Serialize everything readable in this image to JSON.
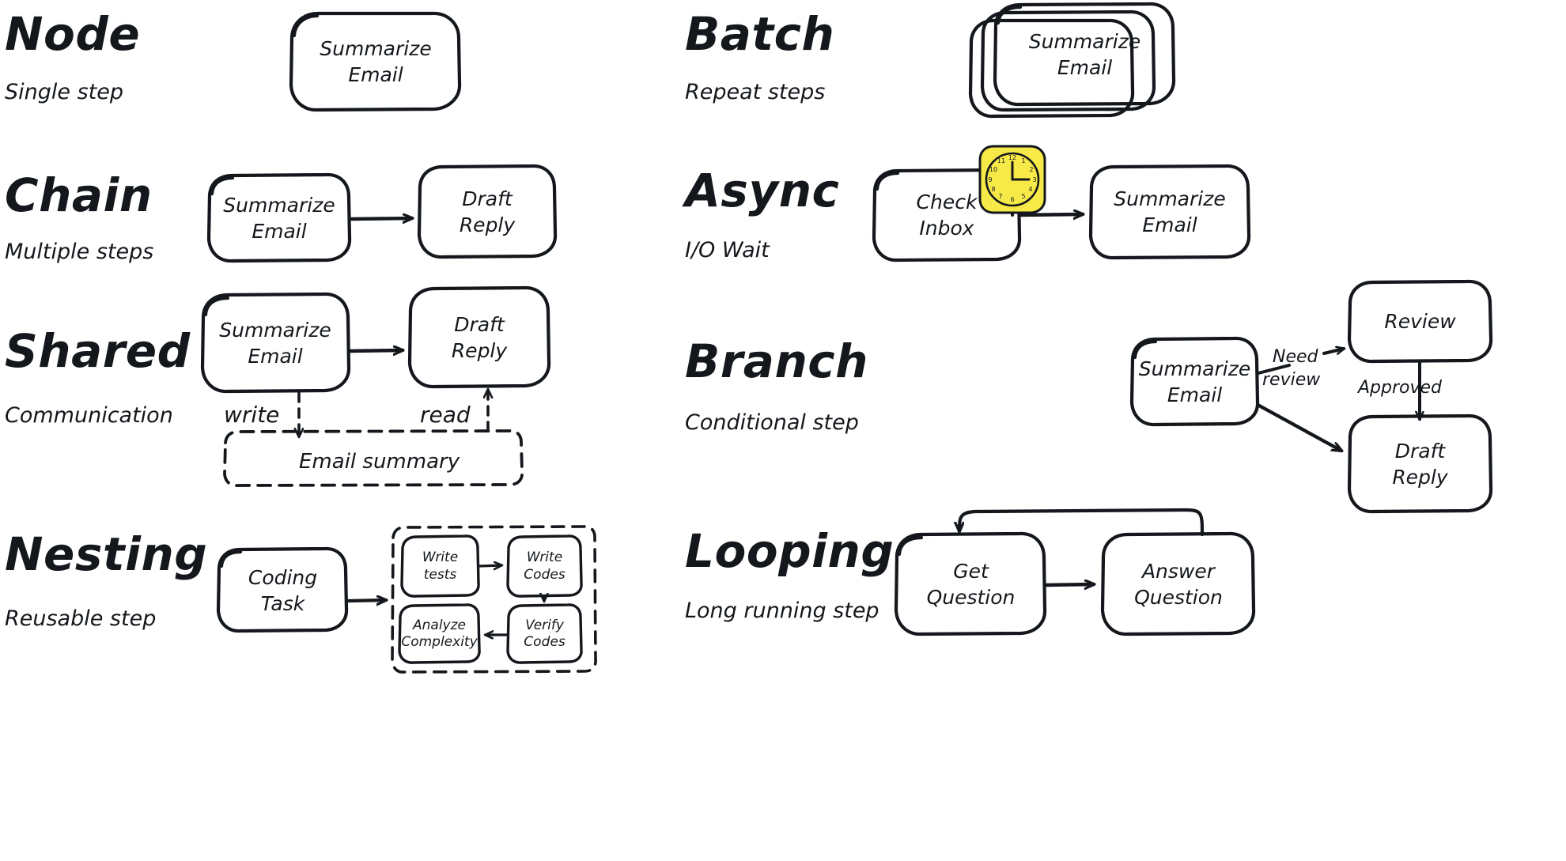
{
  "diagram": {
    "title_style": "hand-drawn whiteboard sketch",
    "ink_color": "#14181c",
    "background_color": "#ffffff",
    "accent_color": "#f7ea48"
  },
  "patterns": [
    {
      "id": "node",
      "title": "Node",
      "subtitle": "Single step",
      "nodes": [
        {
          "id": "n1",
          "lines": [
            "Summarize",
            "Email"
          ]
        }
      ],
      "edges": []
    },
    {
      "id": "batch",
      "title": "Batch",
      "subtitle": "Repeat steps",
      "nodes": [
        {
          "id": "b1",
          "lines": [
            "Summarize",
            "Email"
          ],
          "stacked": 3
        }
      ],
      "edges": []
    },
    {
      "id": "chain",
      "title": "Chain",
      "subtitle": "Multiple steps",
      "nodes": [
        {
          "id": "c1",
          "lines": [
            "Summarize",
            "Email"
          ]
        },
        {
          "id": "c2",
          "lines": [
            "Draft",
            "Reply"
          ]
        }
      ],
      "edges": [
        {
          "from": "c1",
          "to": "c2",
          "label": ""
        }
      ]
    },
    {
      "id": "async",
      "title": "Async",
      "subtitle": "I/O Wait",
      "nodes": [
        {
          "id": "a1",
          "lines": [
            "Check",
            "Inbox"
          ],
          "badge": "clock-icon"
        },
        {
          "id": "a2",
          "lines": [
            "Summarize",
            "Email"
          ]
        }
      ],
      "edges": [
        {
          "from": "a1",
          "to": "a2",
          "label": ""
        }
      ]
    },
    {
      "id": "shared",
      "title": "Shared",
      "subtitle": "Communication",
      "nodes": [
        {
          "id": "s1",
          "lines": [
            "Summarize",
            "Email"
          ]
        },
        {
          "id": "s2",
          "lines": [
            "Draft",
            "Reply"
          ]
        },
        {
          "id": "store",
          "lines": [
            "Email summary"
          ],
          "shape": "dashed-store"
        }
      ],
      "edges": [
        {
          "from": "s1",
          "to": "s2",
          "label": ""
        },
        {
          "from": "s1",
          "to": "store",
          "label": "write",
          "style": "dashed"
        },
        {
          "from": "store",
          "to": "s2",
          "label": "read",
          "style": "dashed"
        }
      ]
    },
    {
      "id": "branch",
      "title": "Branch",
      "subtitle": "Conditional step",
      "nodes": [
        {
          "id": "br1",
          "lines": [
            "Summarize",
            "Email"
          ]
        },
        {
          "id": "br2",
          "lines": [
            "Review"
          ]
        },
        {
          "id": "br3",
          "lines": [
            "Draft",
            "Reply"
          ]
        }
      ],
      "edges": [
        {
          "from": "br1",
          "to": "br2",
          "label": "Need\nreview"
        },
        {
          "from": "br2",
          "to": "br3",
          "label": "Approved"
        },
        {
          "from": "br1",
          "to": "br3",
          "label": ""
        }
      ]
    },
    {
      "id": "nesting",
      "title": "Nesting",
      "subtitle": "Reusable step",
      "nodes": [
        {
          "id": "ne1",
          "lines": [
            "Coding",
            "Task"
          ]
        },
        {
          "id": "ne2",
          "lines": [
            "Write",
            "tests"
          ]
        },
        {
          "id": "ne3",
          "lines": [
            "Write",
            "Codes"
          ]
        },
        {
          "id": "ne4",
          "lines": [
            "Verify",
            "Codes"
          ]
        },
        {
          "id": "ne5",
          "lines": [
            "Analyze",
            "Complexity"
          ]
        }
      ],
      "edges": [
        {
          "from": "ne1",
          "to": "ne2",
          "label": ""
        },
        {
          "from": "ne2",
          "to": "ne3",
          "label": ""
        },
        {
          "from": "ne3",
          "to": "ne4",
          "label": ""
        },
        {
          "from": "ne4",
          "to": "ne5",
          "label": ""
        }
      ]
    },
    {
      "id": "looping",
      "title": "Looping",
      "subtitle": "Long running step",
      "nodes": [
        {
          "id": "lo1",
          "lines": [
            "Get",
            "Question"
          ]
        },
        {
          "id": "lo2",
          "lines": [
            "Answer",
            "Question"
          ]
        }
      ],
      "edges": [
        {
          "from": "lo1",
          "to": "lo2",
          "label": ""
        },
        {
          "from": "lo2",
          "to": "lo1",
          "label": "",
          "style": "loop-back"
        }
      ]
    }
  ],
  "texts": {
    "node_title": "Node",
    "node_sub": "Single step",
    "node_n1_l1": "Summarize",
    "node_n1_l2": "Email",
    "batch_title": "Batch",
    "batch_sub": "Repeat steps",
    "batch_b1_l1": "Summarize",
    "batch_b1_l2": "Email",
    "chain_title": "Chain",
    "chain_sub": "Multiple steps",
    "chain_c1_l1": "Summarize",
    "chain_c1_l2": "Email",
    "chain_c2_l1": "Draft",
    "chain_c2_l2": "Reply",
    "async_title": "Async",
    "async_sub": "I/O Wait",
    "async_a1_l1": "Check",
    "async_a1_l2": "Inbox",
    "async_a2_l1": "Summarize",
    "async_a2_l2": "Email",
    "shared_title": "Shared",
    "shared_sub": "Communication",
    "shared_s1_l1": "Summarize",
    "shared_s1_l2": "Email",
    "shared_s2_l1": "Draft",
    "shared_s2_l2": "Reply",
    "shared_write": "write",
    "shared_read": "read",
    "shared_store": "Email summary",
    "branch_title": "Branch",
    "branch_sub": "Conditional step",
    "branch_br1_l1": "Summarize",
    "branch_br1_l2": "Email",
    "branch_br2_l1": "Review",
    "branch_br3_l1": "Draft",
    "branch_br3_l2": "Reply",
    "branch_need": "Need",
    "branch_review": "review",
    "branch_approved": "Approved",
    "nesting_title": "Nesting",
    "nesting_sub": "Reusable step",
    "nesting_ne1_l1": "Coding",
    "nesting_ne1_l2": "Task",
    "nesting_ne2_l1": "Write",
    "nesting_ne2_l2": "tests",
    "nesting_ne3_l1": "Write",
    "nesting_ne3_l2": "Codes",
    "nesting_ne4_l1": "Verify",
    "nesting_ne4_l2": "Codes",
    "nesting_ne5_l1": "Analyze",
    "nesting_ne5_l2": "Complexity",
    "looping_title": "Looping",
    "looping_sub": "Long running step",
    "looping_lo1_l1": "Get",
    "looping_lo1_l2": "Question",
    "looping_lo2_l1": "Answer",
    "looping_lo2_l2": "Question",
    "clock_hours": [
      "12",
      "1",
      "2",
      "3",
      "4",
      "5",
      "6",
      "7",
      "8",
      "9",
      "10",
      "11"
    ]
  }
}
